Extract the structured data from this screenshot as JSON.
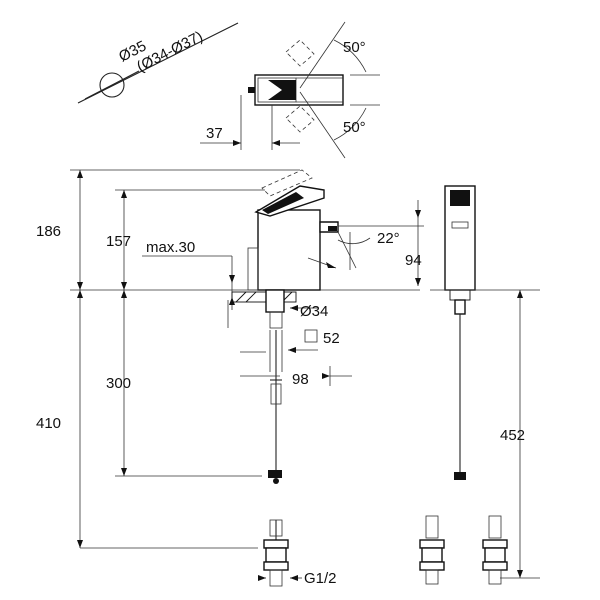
{
  "dimensions": {
    "hole_diameter": "Ø35",
    "hole_range": "(Ø34-Ø37)",
    "angle_top": "50°",
    "angle_bottom": "50°",
    "handle_offset": "37",
    "height_total": "186",
    "height_spout": "157",
    "deck_max": "max.30",
    "spout_angle": "22°",
    "spout_height": "94",
    "shank_diameter": "Ø34",
    "plate_square": "52",
    "reach": "98",
    "below_deck": "300",
    "total_below": "410",
    "hose_length": "452",
    "connection": "G1/2"
  }
}
